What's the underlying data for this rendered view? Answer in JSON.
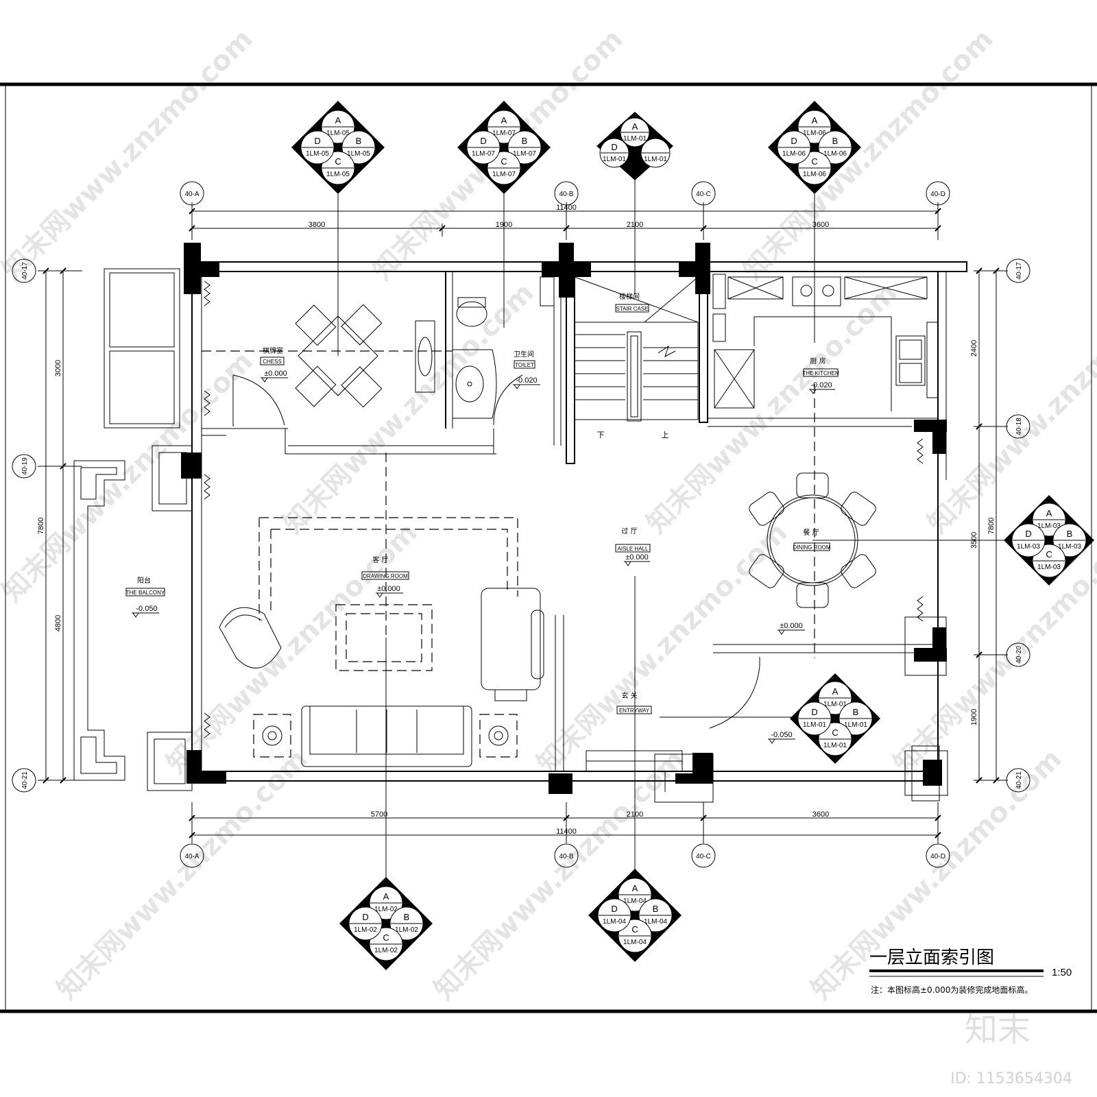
{
  "drawing": {
    "title": "一层立面索引图",
    "scale": "1:50",
    "note": "注：本图标高±0.000为装修完成地面标高。"
  },
  "grid": {
    "top_labels": [
      "40-A",
      "40-B",
      "40-C",
      "40-D"
    ],
    "bottom_labels": [
      "40-A",
      "40-B",
      "40-C",
      "40-D"
    ],
    "left_labels": [
      "40-17",
      "40-19",
      "40-21"
    ],
    "right_labels": [
      "40-17",
      "40-18",
      "40-20",
      "40-21"
    ]
  },
  "dimensions": {
    "top_total": "11400",
    "top_segments": [
      "3800",
      "1900",
      "2100",
      "3600"
    ],
    "bottom_total": "11400",
    "bottom_segments": [
      "5700",
      "2100",
      "3600"
    ],
    "left_total": "7800",
    "left_segments": [
      "3000",
      "4800"
    ],
    "right_total": "7800",
    "right_segments": [
      "2400",
      "3500",
      "1900"
    ]
  },
  "rooms": [
    {
      "cn": "棋牌室",
      "en": "CHESS",
      "level": "±0.000"
    },
    {
      "cn": "卫生间",
      "en": "TOILET",
      "level": "-0.020"
    },
    {
      "cn": "楼梯间",
      "en": "STAIR CASE",
      "level": ""
    },
    {
      "cn": "厨 房",
      "en": "THE KITCHEN",
      "level": "-0.020"
    },
    {
      "cn": "阳台",
      "en": "THE BALCONY",
      "level": "-0.050"
    },
    {
      "cn": "客 厅",
      "en": "DRAWING ROOM",
      "level": "±0.000"
    },
    {
      "cn": "过 厅",
      "en": "AISLE HALL",
      "level": "±0.000"
    },
    {
      "cn": "餐 厅",
      "en": "DINING ROOM",
      "level": ""
    },
    {
      "cn": "玄 关",
      "en": "ENTRYWAY",
      "level": ""
    }
  ],
  "extra_levels": [
    "±0.000",
    "-0.050"
  ],
  "stair_marks": [
    "下",
    "上"
  ],
  "index_symbols": [
    {
      "a": "A",
      "b": "B",
      "c": "C",
      "d": "D",
      "ref": "1LM-05"
    },
    {
      "a": "A",
      "b": "B",
      "c": "C",
      "d": "D",
      "ref": "1LM-07"
    },
    {
      "a": "A",
      "b": "",
      "c": "",
      "d": "D",
      "ref": "1LM-01"
    },
    {
      "a": "A",
      "b": "B",
      "c": "C",
      "d": "D",
      "ref": "1LM-06"
    },
    {
      "a": "A",
      "b": "B",
      "c": "C",
      "d": "D",
      "ref": "1LM-03"
    },
    {
      "a": "A",
      "b": "B",
      "c": "C",
      "d": "D",
      "ref": "1LM-01"
    },
    {
      "a": "A",
      "b": "B",
      "c": "C",
      "d": "D",
      "ref": "1LM-02"
    },
    {
      "a": "A",
      "b": "B",
      "c": "C",
      "d": "D",
      "ref": "1LM-04"
    }
  ],
  "watermark": {
    "site": "知末网www.znzmo.com",
    "brand": "知末",
    "id": "ID: 1153654304"
  }
}
